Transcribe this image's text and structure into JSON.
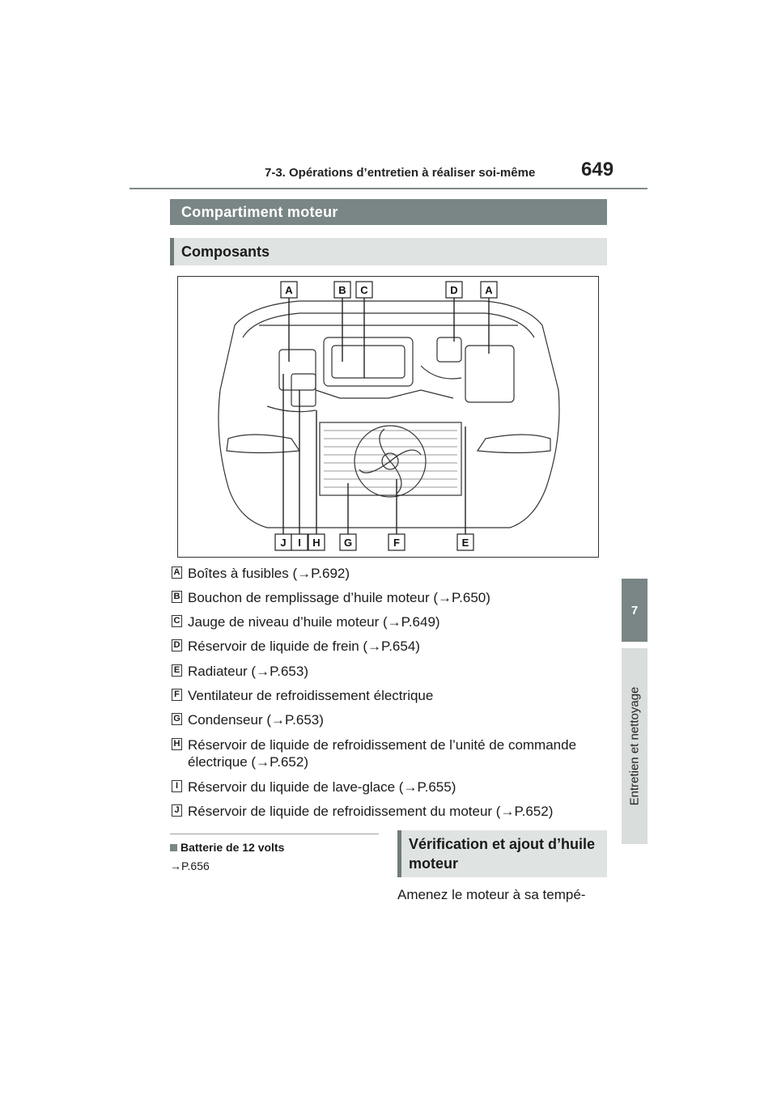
{
  "header": {
    "title": "7-3. Opérations d’entretien à réaliser soi-même",
    "page_number": "649"
  },
  "side_tab": {
    "number": "7",
    "label": "Entretien et nettoyage"
  },
  "section": {
    "title": "Compartiment moteur"
  },
  "subsection": {
    "title": "Composants"
  },
  "diagram": {
    "top_labels": [
      "A",
      "B",
      "C",
      "D",
      "A"
    ],
    "bottom_labels": [
      "J",
      "I",
      "H",
      "G",
      "F",
      "E"
    ]
  },
  "legend": [
    {
      "marker": "A",
      "text": "Boîtes à fusibles (→P.692)"
    },
    {
      "marker": "B",
      "text": "Bouchon de remplissage d’huile moteur (→P.650)"
    },
    {
      "marker": "C",
      "text": "Jauge de niveau d’huile moteur (→P.649)"
    },
    {
      "marker": "D",
      "text": "Réservoir de liquide de frein (→P.654)"
    },
    {
      "marker": "E",
      "text": "Radiateur (→P.653)"
    },
    {
      "marker": "F",
      "text": "Ventilateur de refroidissement électrique"
    },
    {
      "marker": "G",
      "text": "Condenseur (→P.653)"
    },
    {
      "marker": "H",
      "text": "Réservoir de liquide de refroidissement de l’unité de commande électrique (→P.652)"
    },
    {
      "marker": "I",
      "text": "Réservoir du liquide de lave-glace (→P.655)"
    },
    {
      "marker": "J",
      "text": "Réservoir de liquide de refroidissement du moteur (→P.652)"
    }
  ],
  "battery": {
    "title": "Batterie de 12 volts",
    "ref": "→P.656"
  },
  "oil_section": {
    "title": "Vérification et ajout d’huile moteur",
    "body": "Amenez le moteur à sa tempé-"
  }
}
